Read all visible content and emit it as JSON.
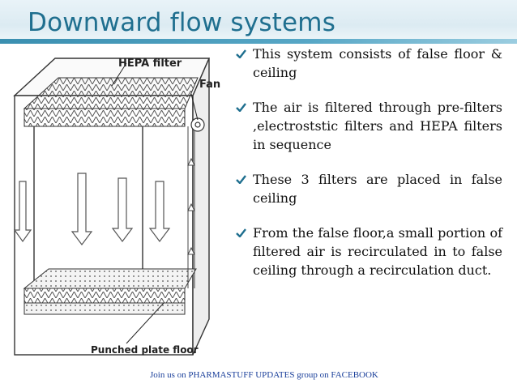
{
  "slide": {
    "title": "Downward flow systems",
    "accent_color": "#1f6f8f",
    "bullet_color": "#1f6f8f",
    "bullets": [
      {
        "text": "This system consists of false floor & ceiling"
      },
      {
        "text": "The air is filtered through pre-filters ,electroststic filters and HEPA filters in sequence"
      },
      {
        "text": "These 3 filters are placed in false ceiling"
      },
      {
        "text": "From the false floor,a small portion of filtered air is recirculated in to false ceiling through  a recirculation duct."
      }
    ],
    "footer": "Join us on PHARMASTUFF UPDATES group on FACEBOOK"
  },
  "diagram": {
    "labels": {
      "hepa": "HEPA filter",
      "fan": "Fan",
      "floor": "Punched plate floor"
    }
  }
}
